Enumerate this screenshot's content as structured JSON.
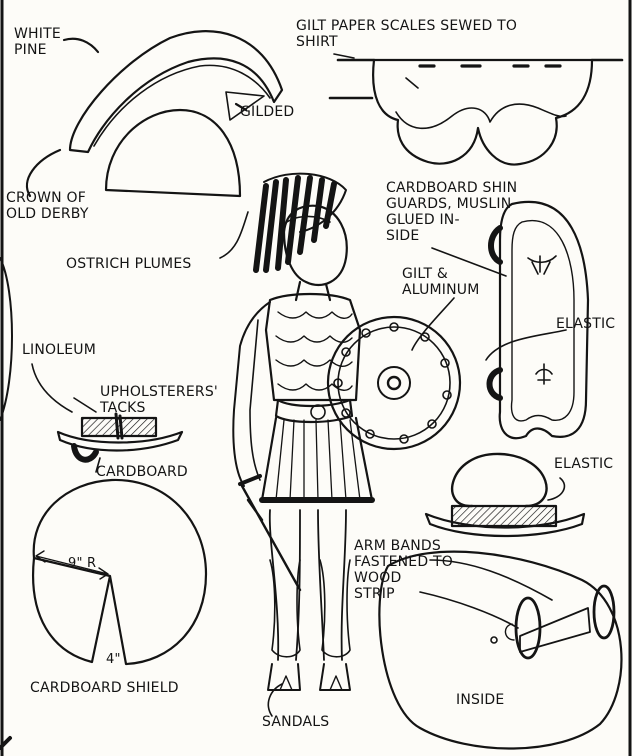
{
  "labels": {
    "white_pine": "WHITE\nPINE",
    "gilded": "GILDED",
    "crown": "CROWN OF\nOLD DERBY",
    "ostrich": "OSTRICH PLUMES",
    "gilt_scales": "GILT PAPER SCALES SEWED TO\nSHIRT",
    "shin_guards": "CARDBOARD SHIN\nGUARDS, MUSLIN\nGLUED IN-\nSIDE",
    "gilt_aluminum": "GILT &\nALUMINUM",
    "elastic_1": "ELASTIC",
    "linoleum": "LINOLEUM",
    "upholsterers": "UPHOLSTERERS'\nTACKS",
    "cardboard": "CARDBOARD",
    "elastic_2": "ELASTIC",
    "dim_radius": "9\" R",
    "dim_gap": "4\"",
    "cardboard_shield": "CARDBOARD SHIELD",
    "arm_bands": "ARM BANDS\nFASTENED TO\nWOOD\nSTRIP",
    "inside": "INSIDE",
    "sandals": "SANDALS"
  },
  "colors": {
    "ink": "#141414",
    "paper": "#fdfcf8"
  }
}
